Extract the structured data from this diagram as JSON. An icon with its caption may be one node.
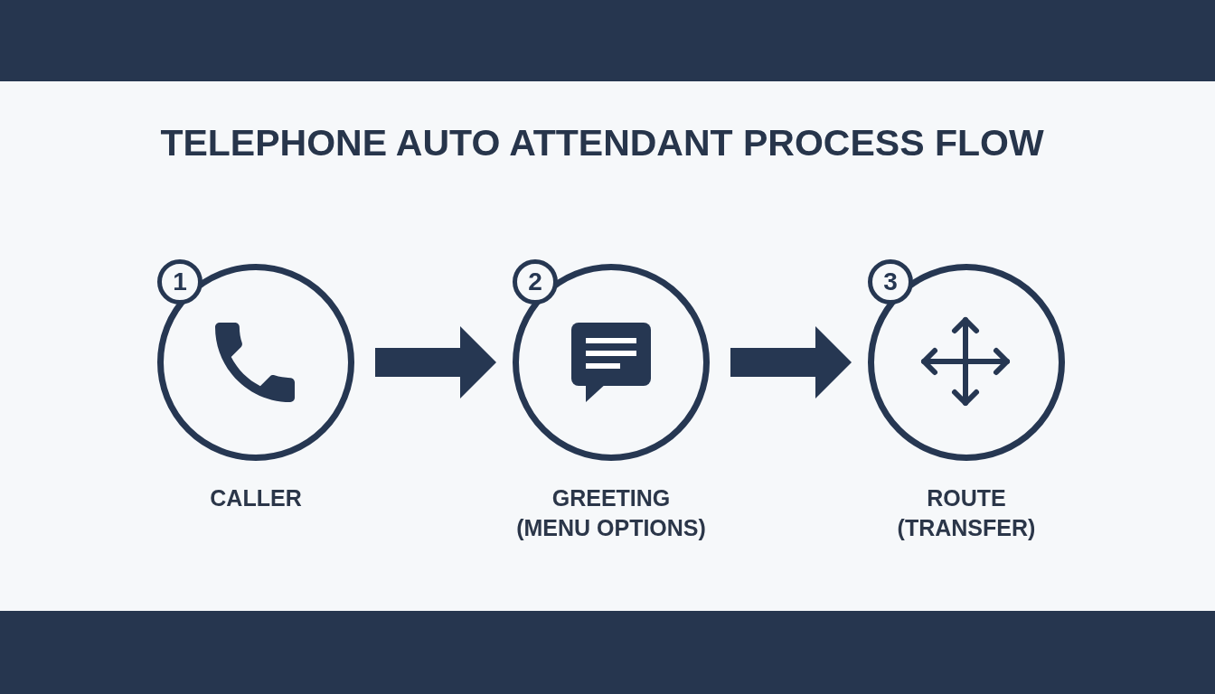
{
  "diagram": {
    "title": "TELEPHONE AUTO ATTENDANT PROCESS FLOW",
    "nodes": [
      {
        "text": [
          "1",
          "CALLER"
        ]
      },
      {
        "text": [
          "2",
          "GREETING (MENU OPTIONS)"
        ]
      },
      {
        "text": [
          "3",
          "ROUTE (TRANSFER)"
        ]
      }
    ],
    "edges": [
      {
        "from": 0,
        "to": 1,
        "arrow": "to"
      },
      {
        "from": 1,
        "to": 2,
        "arrow": "to"
      }
    ]
  }
}
